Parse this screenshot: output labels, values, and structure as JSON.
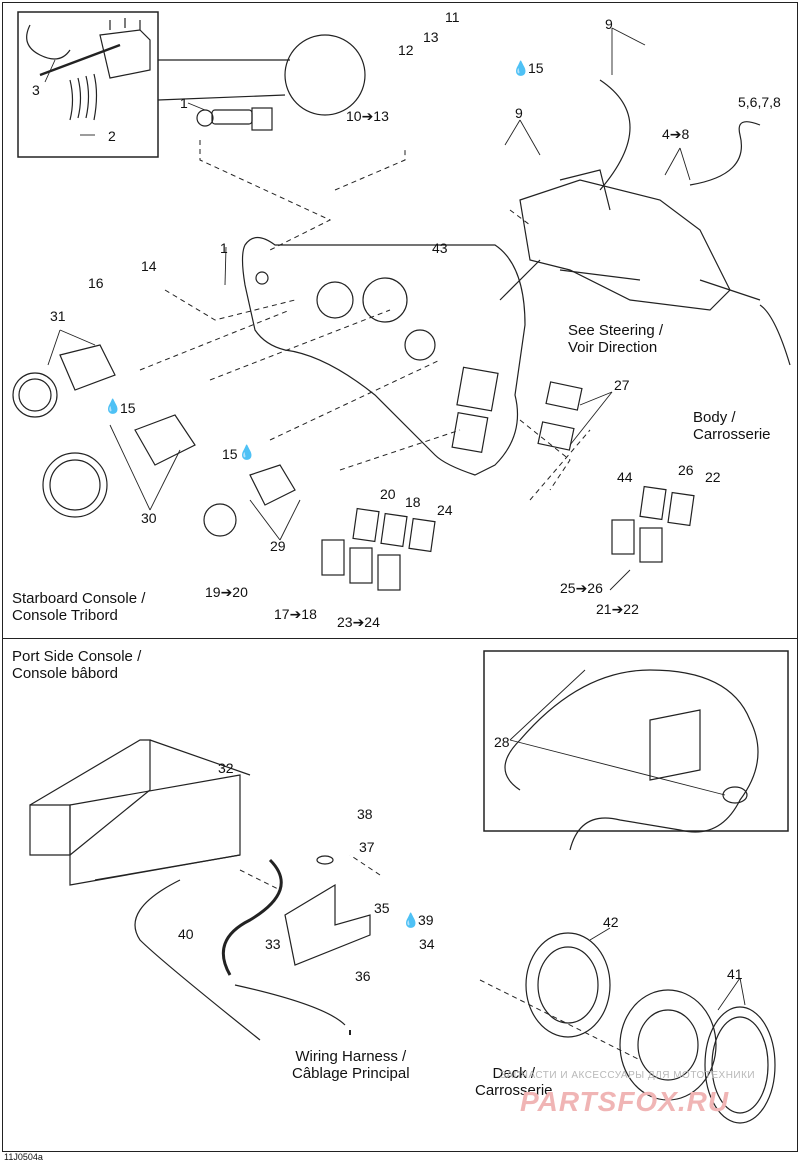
{
  "sections": {
    "starboard": {
      "line1": "Starboard Console /",
      "line2": "Console Tribord"
    },
    "port": {
      "line1": "Port Side Console /",
      "line2": "Console bâbord"
    }
  },
  "callouts": {
    "steering": {
      "line1": "See  Steering /",
      "line2": "Voir Direction"
    },
    "body": {
      "line1": "Body /",
      "line2": "Carrosserie"
    },
    "harness": {
      "line1": "Wiring Harness /",
      "line2": "Câblage Principal"
    },
    "deck": {
      "line1": "Deck /",
      "line2": "Carrosserie"
    }
  },
  "part_labels": {
    "p3": "3",
    "p2": "2",
    "p1a": "1",
    "p1b": "1",
    "p12": "12",
    "p13": "13",
    "p11": "11",
    "p15a": "15",
    "p10_13": "10➔13",
    "p9a": "9",
    "p9b": "9",
    "p5678": "5,6,7,8",
    "p4_8": "4➔8",
    "p16": "16",
    "p14": "14",
    "p43": "43",
    "p31": "31",
    "p15b": "15",
    "p30": "30",
    "p15c": "15",
    "p29": "29",
    "p27": "27",
    "p20": "20",
    "p18": "18",
    "p24": "24",
    "p44": "44",
    "p26": "26",
    "p22": "22",
    "p19_20": "19➔20",
    "p17_18": "17➔18",
    "p23_24": "23➔24",
    "p25_26": "25➔26",
    "p21_22": "21➔22",
    "p28": "28",
    "p32": "32",
    "p38": "38",
    "p37": "37",
    "p35": "35",
    "p39": "39",
    "p34": "34",
    "p36": "36",
    "p33": "33",
    "p40": "40",
    "p42": "42",
    "p41": "41"
  },
  "drawing_code": "11J0504a",
  "watermark": {
    "strip": "ЗАПЧАСТИ И АКСЕССУАРЫ ДЛЯ МОТОТЕХНИКИ",
    "logo": "PARTSFOX.RU"
  },
  "icons": [
    "oil-drop-icon",
    "arrow-icon",
    "key-icon",
    "gauge-icon",
    "switch-icon",
    "speaker-icon",
    "radio-icon"
  ]
}
